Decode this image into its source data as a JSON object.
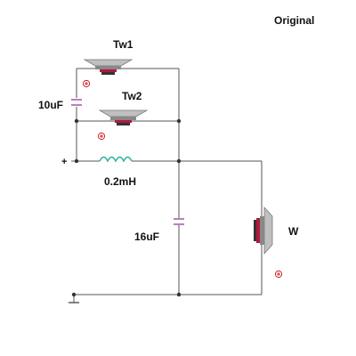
{
  "title": "Original",
  "labels": {
    "tw1": "Tw1",
    "tw2": "Tw2",
    "w": "W",
    "c1": "10uF",
    "l1": "0.2mH",
    "c2": "16uF",
    "plus": "+"
  },
  "colors": {
    "wire": "#555555",
    "capacitor": "#9a4aa0",
    "inductor": "#2ab0a0",
    "node": "#333333",
    "polarity": "#cc2222",
    "speaker_body": "#888888",
    "speaker_cone": "#c0c0c0",
    "speaker_magnet": "#b01a3a"
  },
  "icons": {
    "speaker": "speaker-icon",
    "polarity": "polarity-plus-icon",
    "ground": "ground-icon"
  }
}
